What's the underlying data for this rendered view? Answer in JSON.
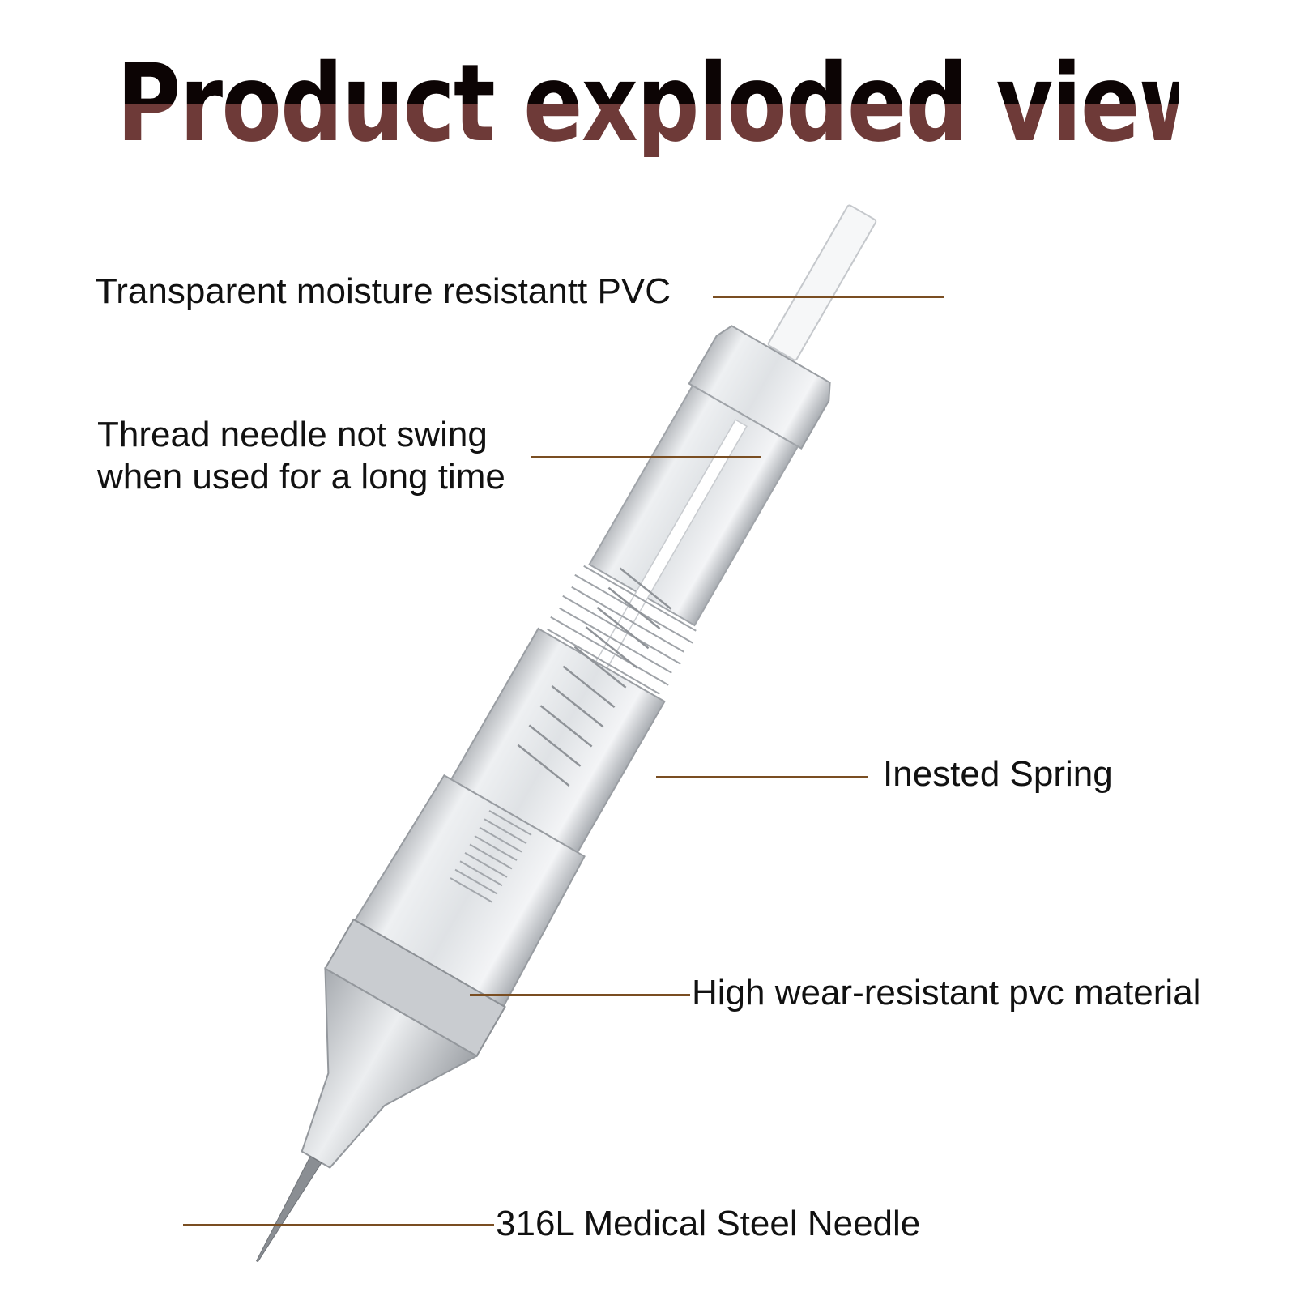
{
  "title": "Product exploded view",
  "callouts": {
    "pvc_tube": "Transparent moisture resistantt PVC",
    "thread_needle_line1": "Thread needle not swing",
    "thread_needle_line2": "when used for a long time",
    "spring": "Inested Spring",
    "body": "High wear-resistant pvc material",
    "needle": "316L Medical Steel Needle"
  },
  "colors": {
    "title_top": "#0c0404",
    "title_bottom": "#6e3a38",
    "leader_line": "#7a4e22",
    "label_text": "#111111"
  }
}
